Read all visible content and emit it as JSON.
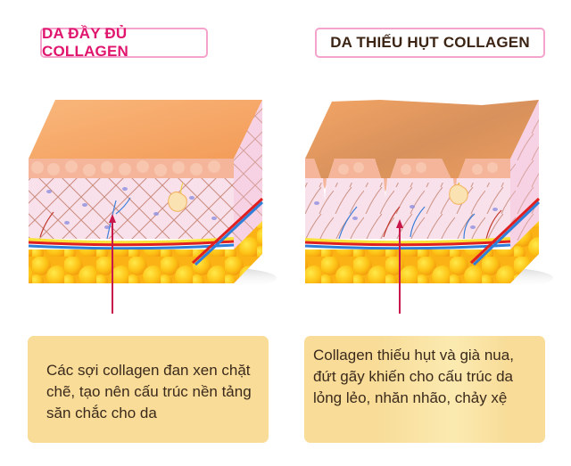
{
  "panels": [
    {
      "id": "full",
      "title": "DA ĐẦY ĐỦ COLLAGEN",
      "caption": "Các sợi collagen đan xen chặt chẽ, tạo nên cấu trúc nền tảng săn chắc cho da",
      "title_color": "#e0156e",
      "skin_state": "firm"
    },
    {
      "id": "deficient",
      "title": "DA THIẾU HỤT COLLAGEN",
      "caption": "Collagen thiếu hụt và già nua, đứt gãy khiến cho cấu trúc da lỏng lẻo, nhăn nhão, chảy xệ",
      "title_color": "#3b2414",
      "skin_state": "wrinkled"
    }
  ],
  "colors": {
    "title_border": "#f4a3cc",
    "caption_bg": "#f8dc98",
    "pointer": "#c8174a",
    "skin_top": "#f6a96a",
    "epidermis": "#f5b59a",
    "dermis": "#f9e1ec",
    "fat": "#fdbd18",
    "collagen_fiber": "#b9745c",
    "artery": "#e02020",
    "vein": "#2f7fd8"
  }
}
